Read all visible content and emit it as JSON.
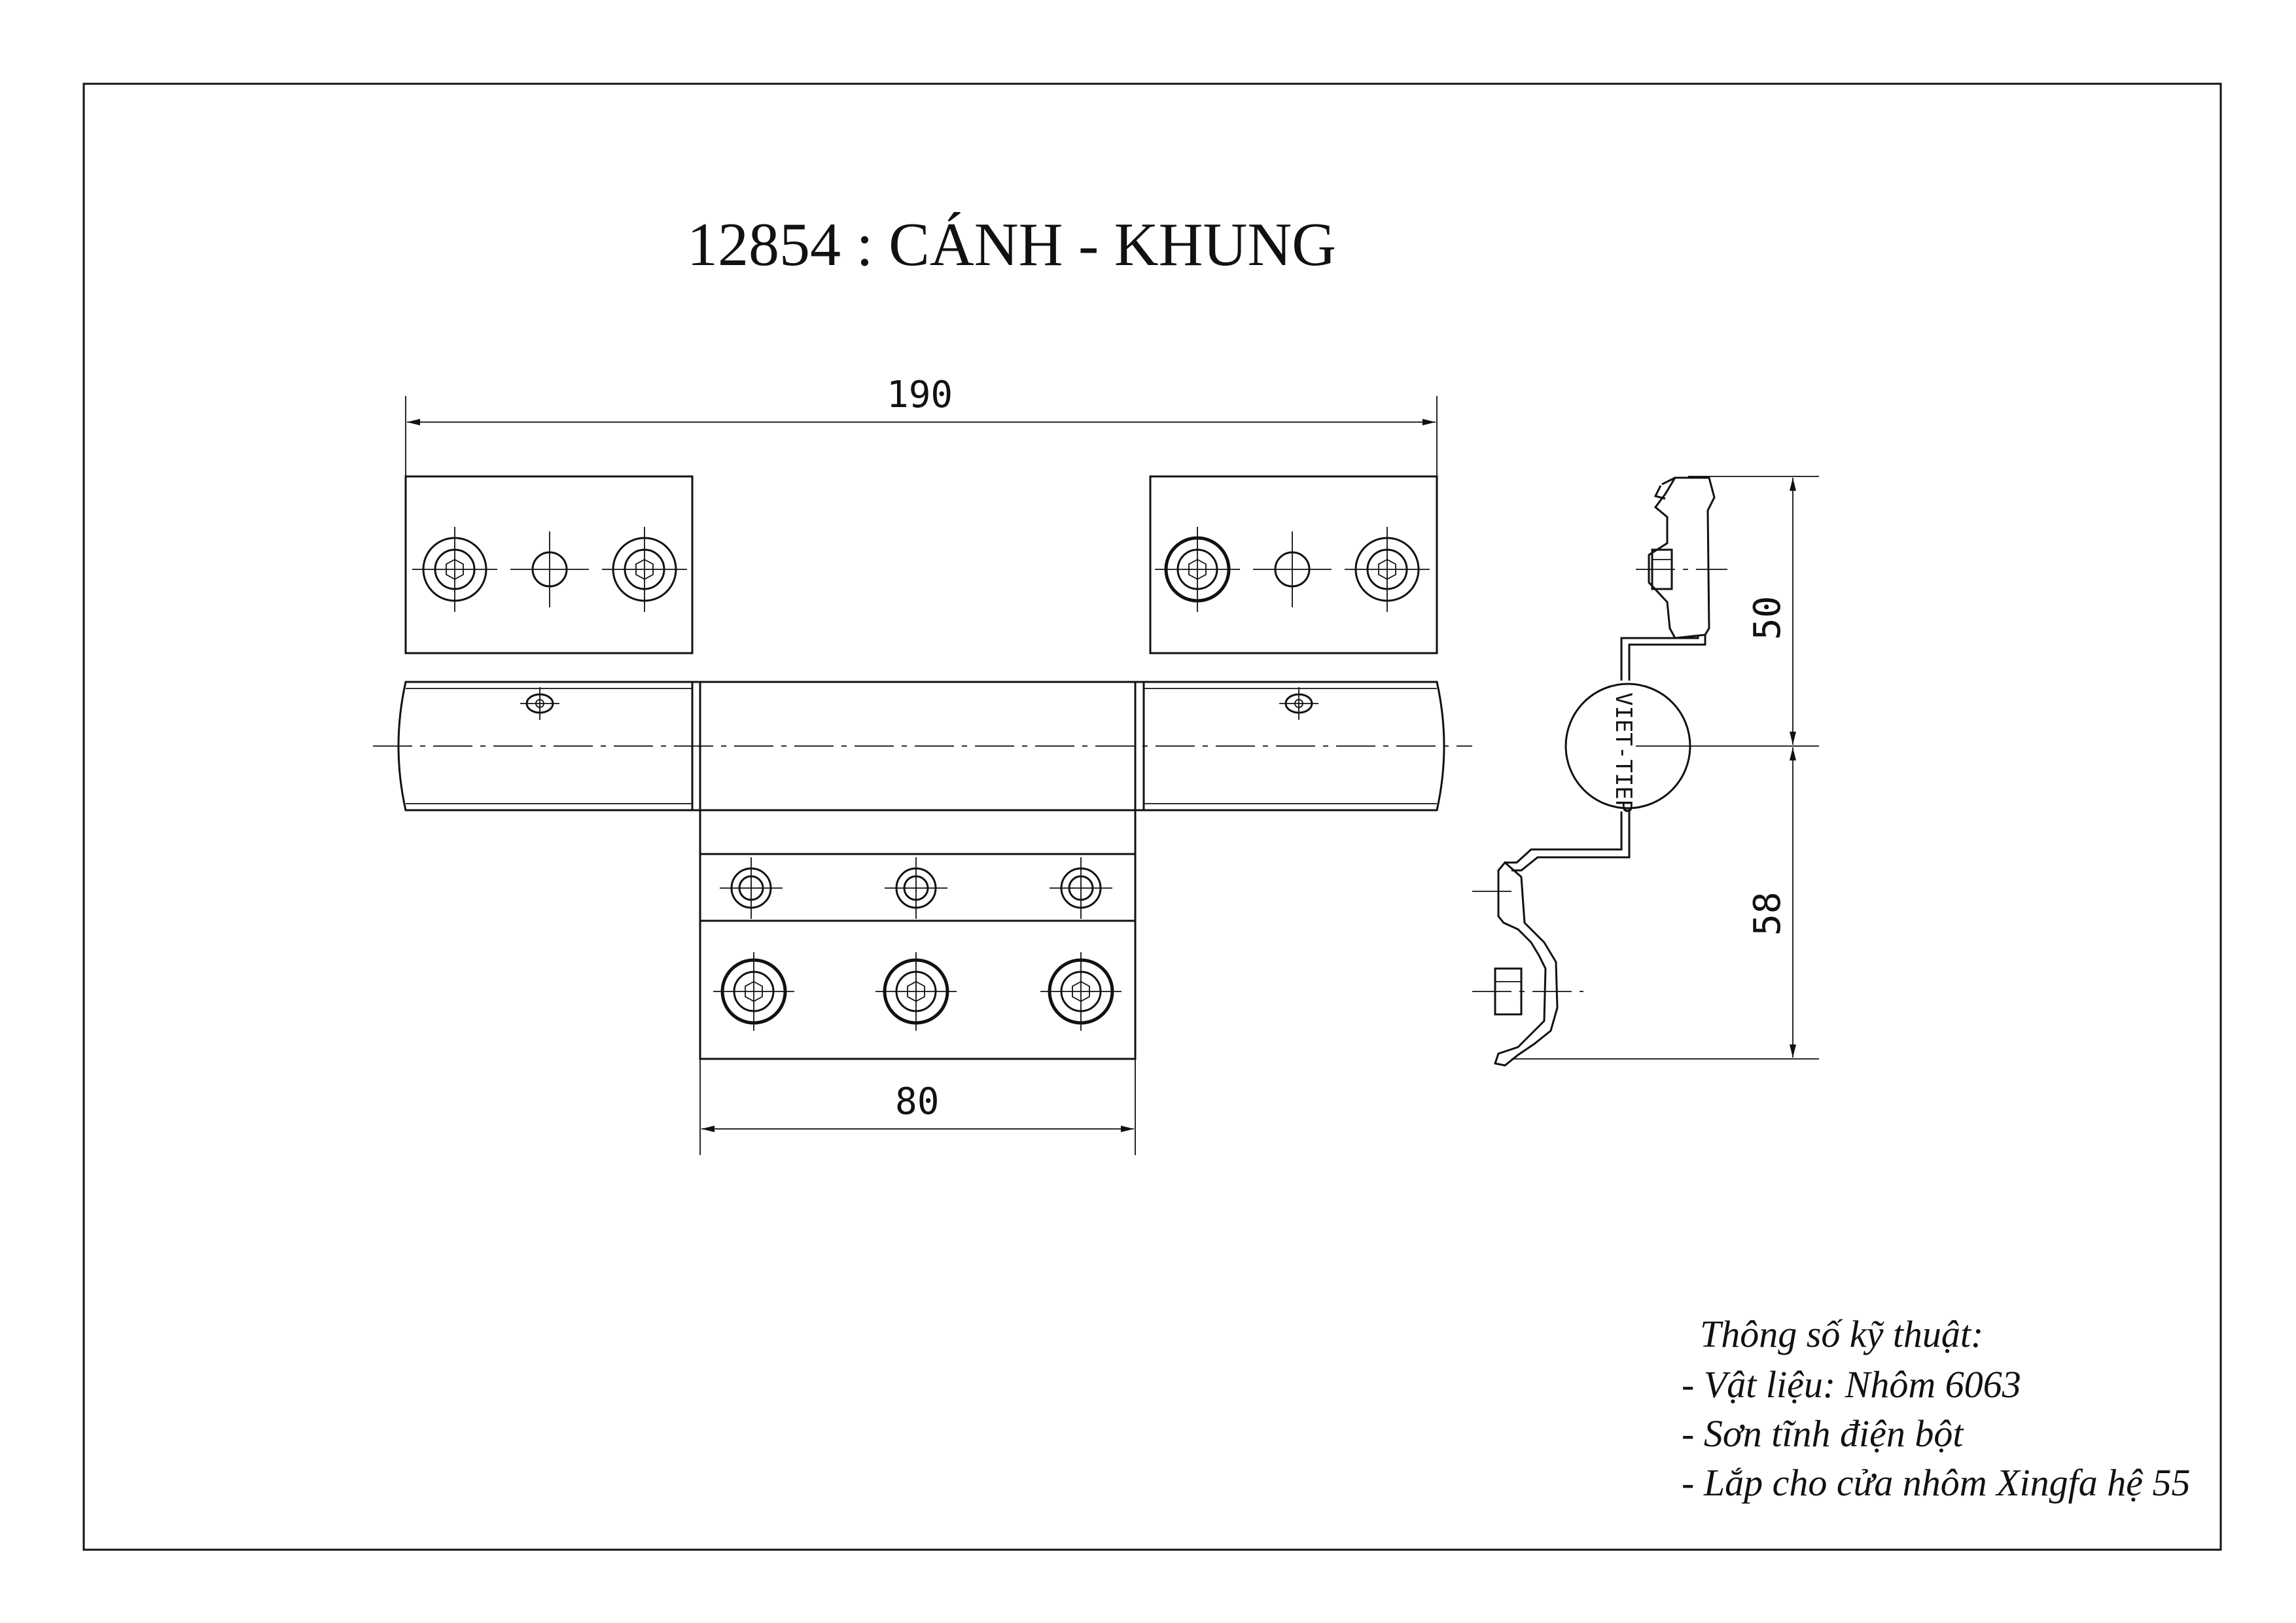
{
  "title": "12854 : CÁNH - KHUNG",
  "dimensions": {
    "overall_width": "190",
    "middle_width": "80",
    "upper_height": "50",
    "lower_height": "58"
  },
  "section_stamp": "VIET-TIEP",
  "specs": {
    "heading": "Thông số kỹ thuật:",
    "items": [
      "- Vật liệu: Nhôm 6063",
      "- Sơn tĩnh điện bột",
      "- Lắp cho cửa nhôm Xingfa hệ 55"
    ]
  }
}
